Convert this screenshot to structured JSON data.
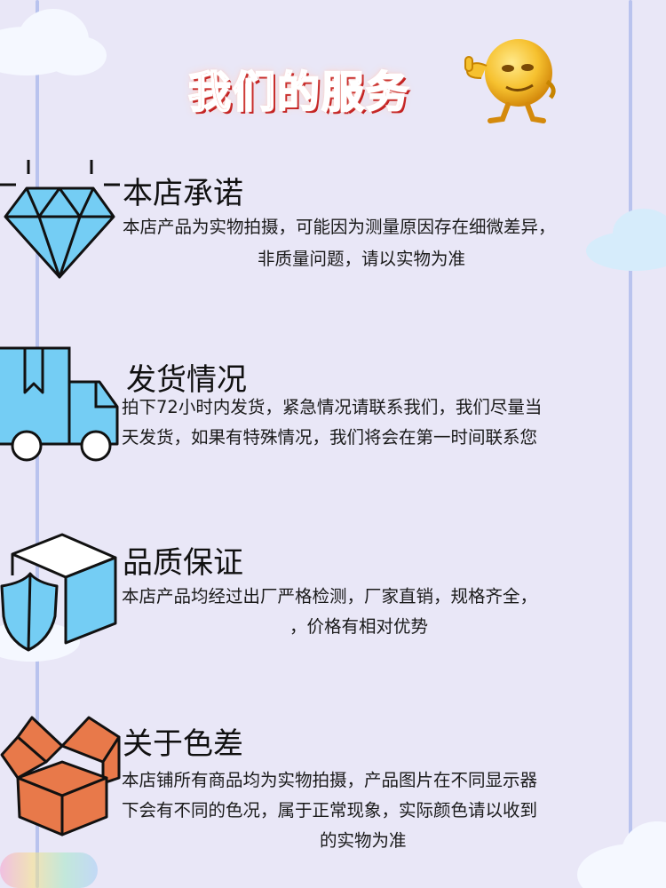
{
  "page": {
    "title": "我们的服务"
  },
  "sections": [
    {
      "heading": "本店承诺",
      "icon": "diamond-icon",
      "lines": [
        "本店产品为实物拍摄，可能因为测量原因存在细微差异，",
        "非质量问题，请以实物为准"
      ]
    },
    {
      "heading": "发货情况",
      "icon": "delivery-truck-icon",
      "lines": [
        "拍下72小时内发货，紧急情况请联系我们，我们尽量当",
        "天发货，如果有特殊情况，我们将会在第一时间联系您"
      ]
    },
    {
      "heading": "品质保证",
      "icon": "shield-box-icon",
      "lines": [
        "本店产品均经过出厂严格检测，厂家直销，规格齐全，",
        "，价格有相对优势"
      ]
    },
    {
      "heading": "关于色差",
      "icon": "open-box-icon",
      "lines": [
        "本店铺所有商品均为实物拍摄，产品图片在不同显示器",
        "下会有不同的色况，属于正常现象，实际颜色请以收到",
        "的实物为准"
      ]
    }
  ],
  "colors": {
    "background": "#e9e7f7",
    "title": "#ee4433",
    "icon_blue": "#74cdf4",
    "icon_orange": "#e8794a",
    "mascot": "#f6c12f"
  }
}
